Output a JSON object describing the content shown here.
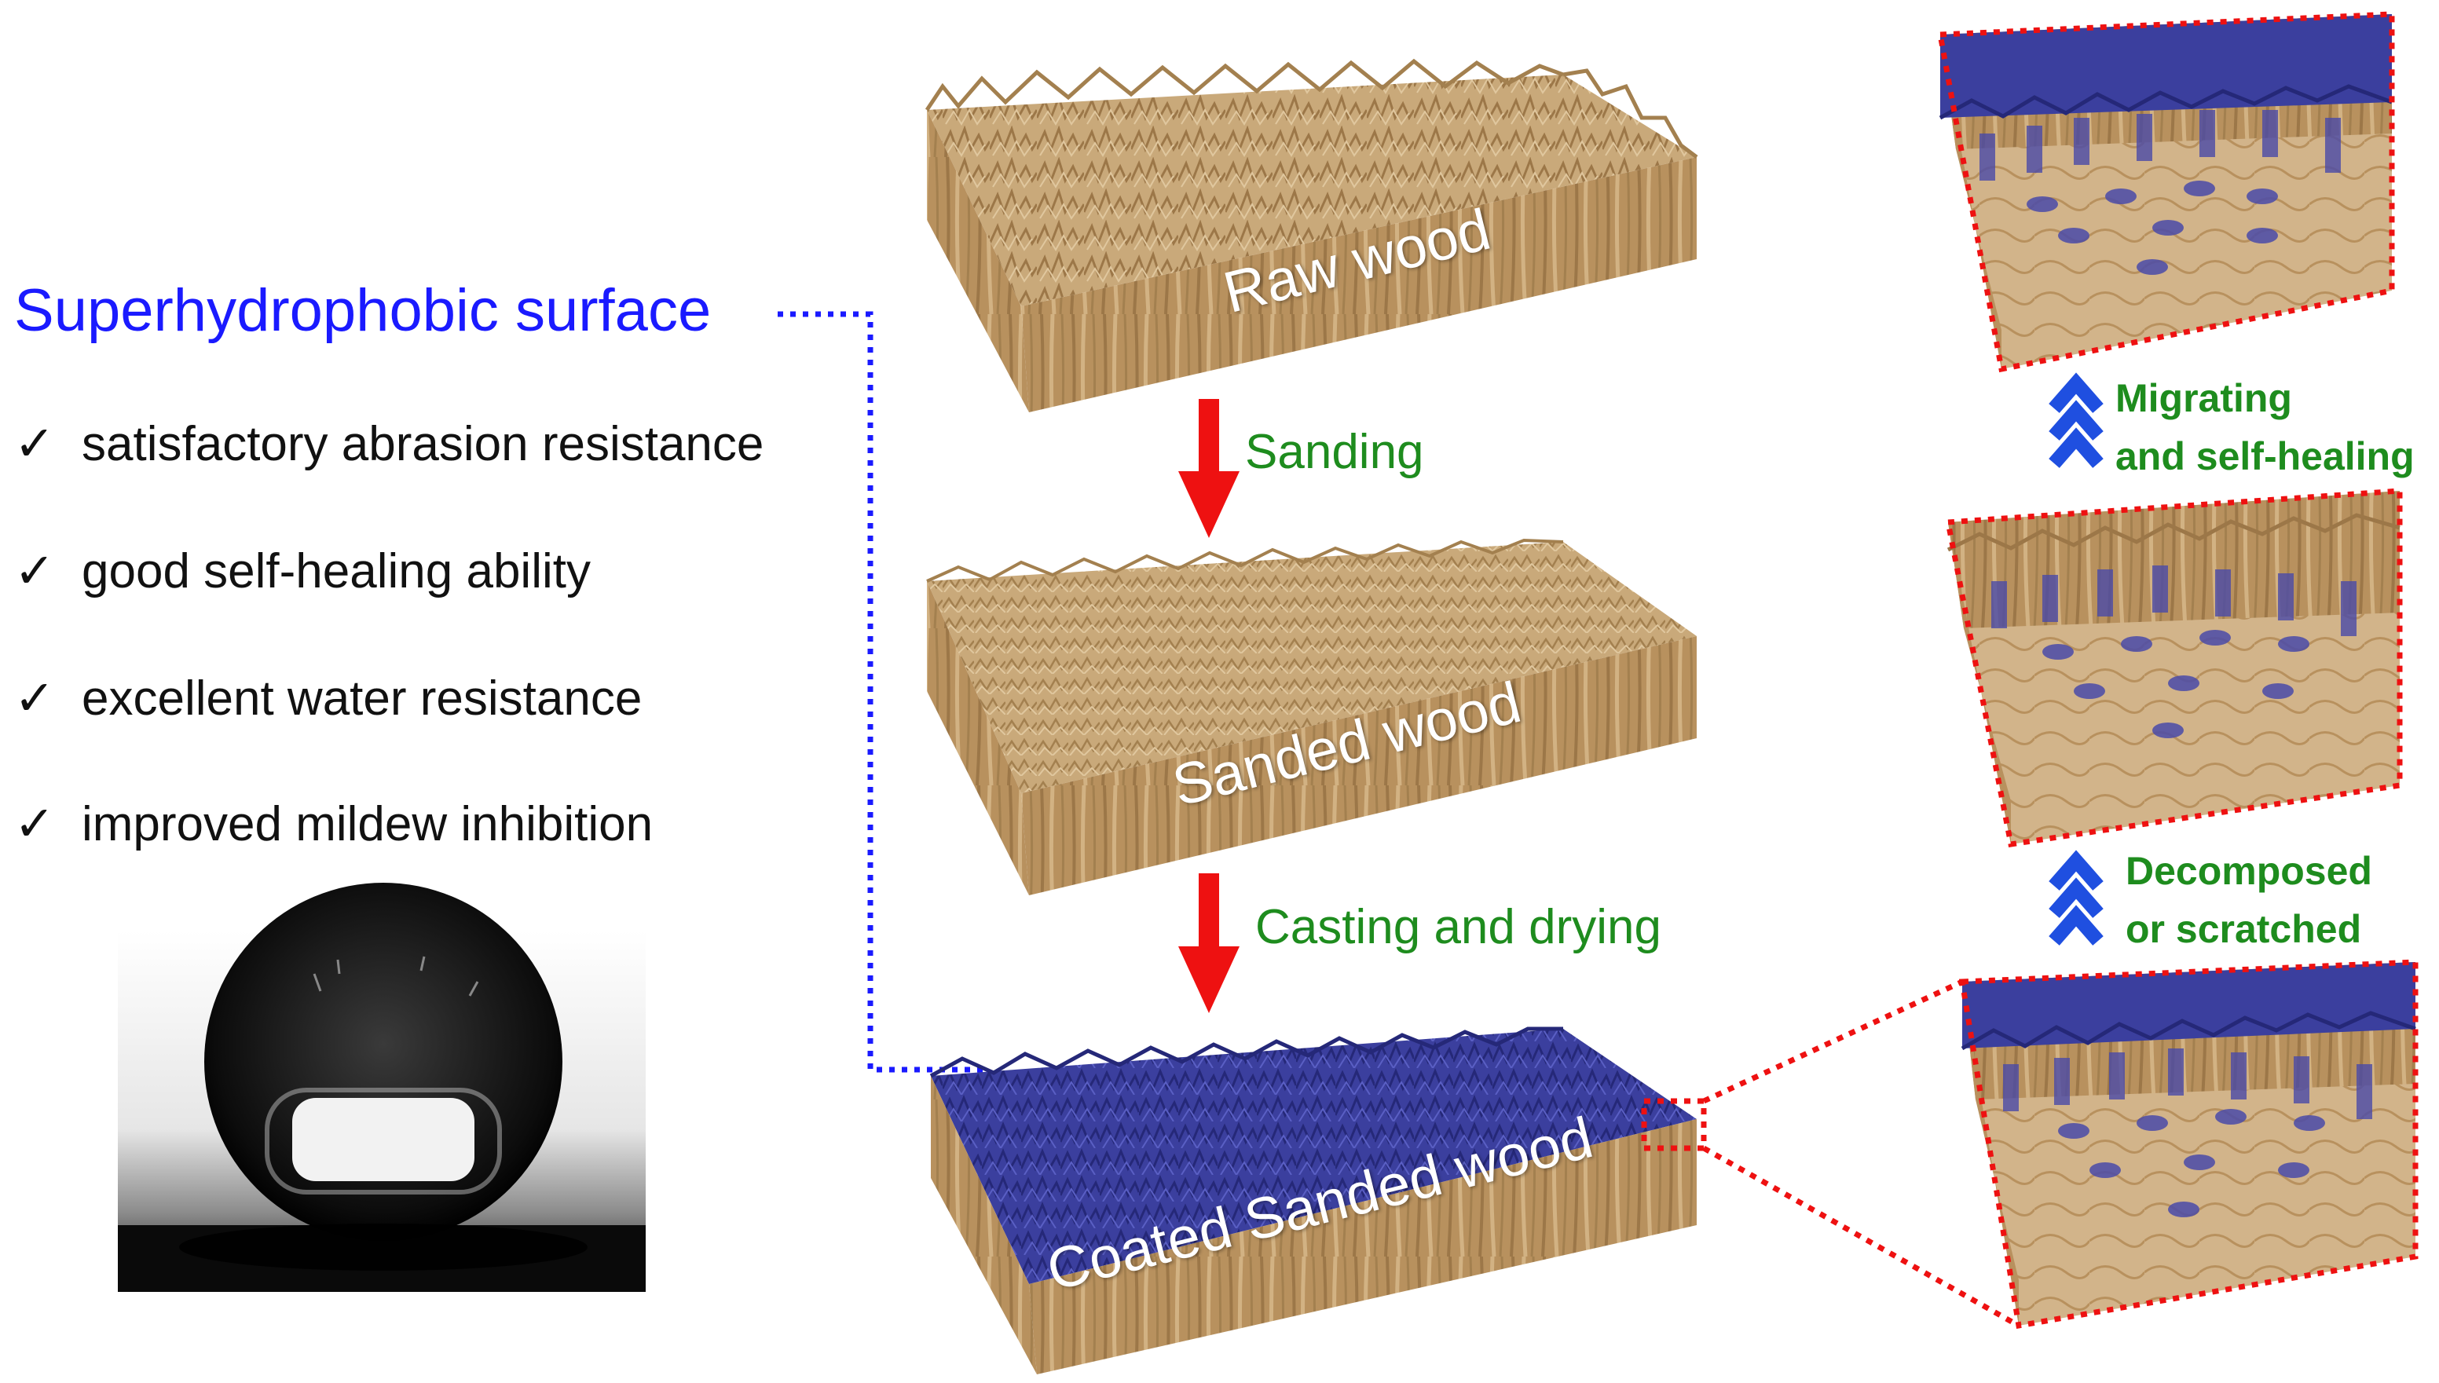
{
  "left_panel": {
    "title": "Superhydrophobic surface",
    "properties": [
      {
        "check": "✓",
        "label": "satisfactory abrasion resistance"
      },
      {
        "check": "✓",
        "label": "good self-healing ability"
      },
      {
        "check": "✓",
        "label": "excellent water resistance"
      },
      {
        "check": "✓",
        "label": "improved mildew inhibition"
      }
    ]
  },
  "center_panel": {
    "stages": [
      {
        "label": "Raw wood"
      },
      {
        "label": "Sanded wood"
      },
      {
        "label": "Coated Sanded wood"
      }
    ],
    "steps": [
      {
        "label": "Sanding"
      },
      {
        "label": "Casting and drying"
      }
    ]
  },
  "right_panel": {
    "notes": [
      {
        "line1": "Migrating",
        "line2": "and self-healing"
      },
      {
        "line1": "Decomposed",
        "line2": "or scratched"
      }
    ]
  },
  "colors": {
    "title": "#1a1aff",
    "step_text": "#1e8c1e",
    "arrow": "#ee1111",
    "dotted_blue": "#1a1aff",
    "dotted_red": "#ee1111",
    "wood_top": "#c9a97a",
    "wood_side": "#b8915e",
    "coating": "#3b3f9e",
    "chevron": "#1f4fe0"
  }
}
